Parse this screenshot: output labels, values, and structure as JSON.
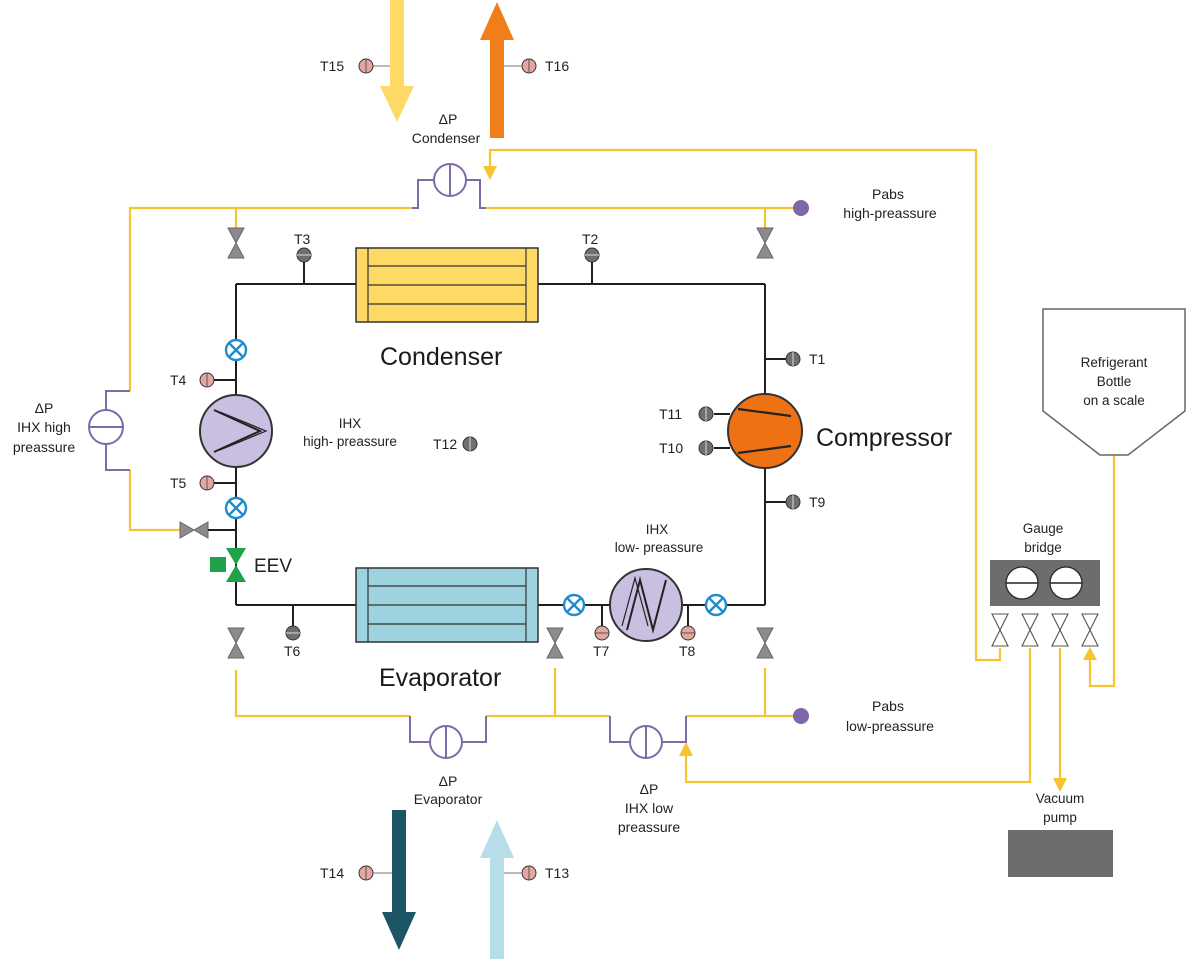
{
  "colors": {
    "pipe": "#1f1f1f",
    "pressure_line": "#f5c431",
    "dp_line": "#7d6aa6",
    "condenser_fill": "#ffd966",
    "evaporator_fill": "#9dd3de",
    "compressor_fill": "#ee7214",
    "ihx_fill": "#c9bfe0",
    "sensor_red": "#e2a8a0",
    "sensor_gray": "#6f6f6f",
    "valve_gray": "#8c8c8c",
    "shutoff_blue": "#1f8bd0",
    "eev_green": "#1ea34a",
    "pabs_dot": "#7c67a8",
    "arrow_in_hot": "#ffd966",
    "arrow_out_hot": "#f07f1b",
    "arrow_out_cold": "#1c5565",
    "arrow_in_cold": "#b7dde8",
    "pump_fill": "#6d6d6d"
  },
  "components": {
    "condenser": "Condenser",
    "evaporator": "Evaporator",
    "compressor": "Compressor",
    "eev": "EEV",
    "ihx_high": [
      "IHX",
      "high- preassure"
    ],
    "ihx_low": [
      "IHX",
      "low- preassure"
    ],
    "refrigerant_bottle": [
      "Refrigerant",
      "Bottle",
      "on a scale"
    ],
    "gauge_bridge": [
      "Gauge",
      "bridge"
    ],
    "vacuum_pump": [
      "Vacuum",
      "pump"
    ]
  },
  "pressure_sensors": {
    "dp_condenser": [
      "ΔP",
      "Condenser"
    ],
    "dp_evaporator": [
      "ΔP",
      "Evaporator"
    ],
    "dp_ihx_high": [
      "ΔP",
      "IHX high",
      "preassure"
    ],
    "dp_ihx_low": [
      "ΔP",
      "IHX low",
      "preassure"
    ],
    "pabs_high": [
      "Pabs",
      "high-preassure"
    ],
    "pabs_low": [
      "Pabs",
      "low-preassure"
    ]
  },
  "temperature_sensors": {
    "t1": "T1",
    "t2": "T2",
    "t3": "T3",
    "t4": "T4",
    "t5": "T5",
    "t6": "T6",
    "t7": "T7",
    "t8": "T8",
    "t9": "T9",
    "t10": "T10",
    "t11": "T11",
    "t12": "T12",
    "t13": "T13",
    "t14": "T14",
    "t15": "T15",
    "t16": "T16"
  }
}
